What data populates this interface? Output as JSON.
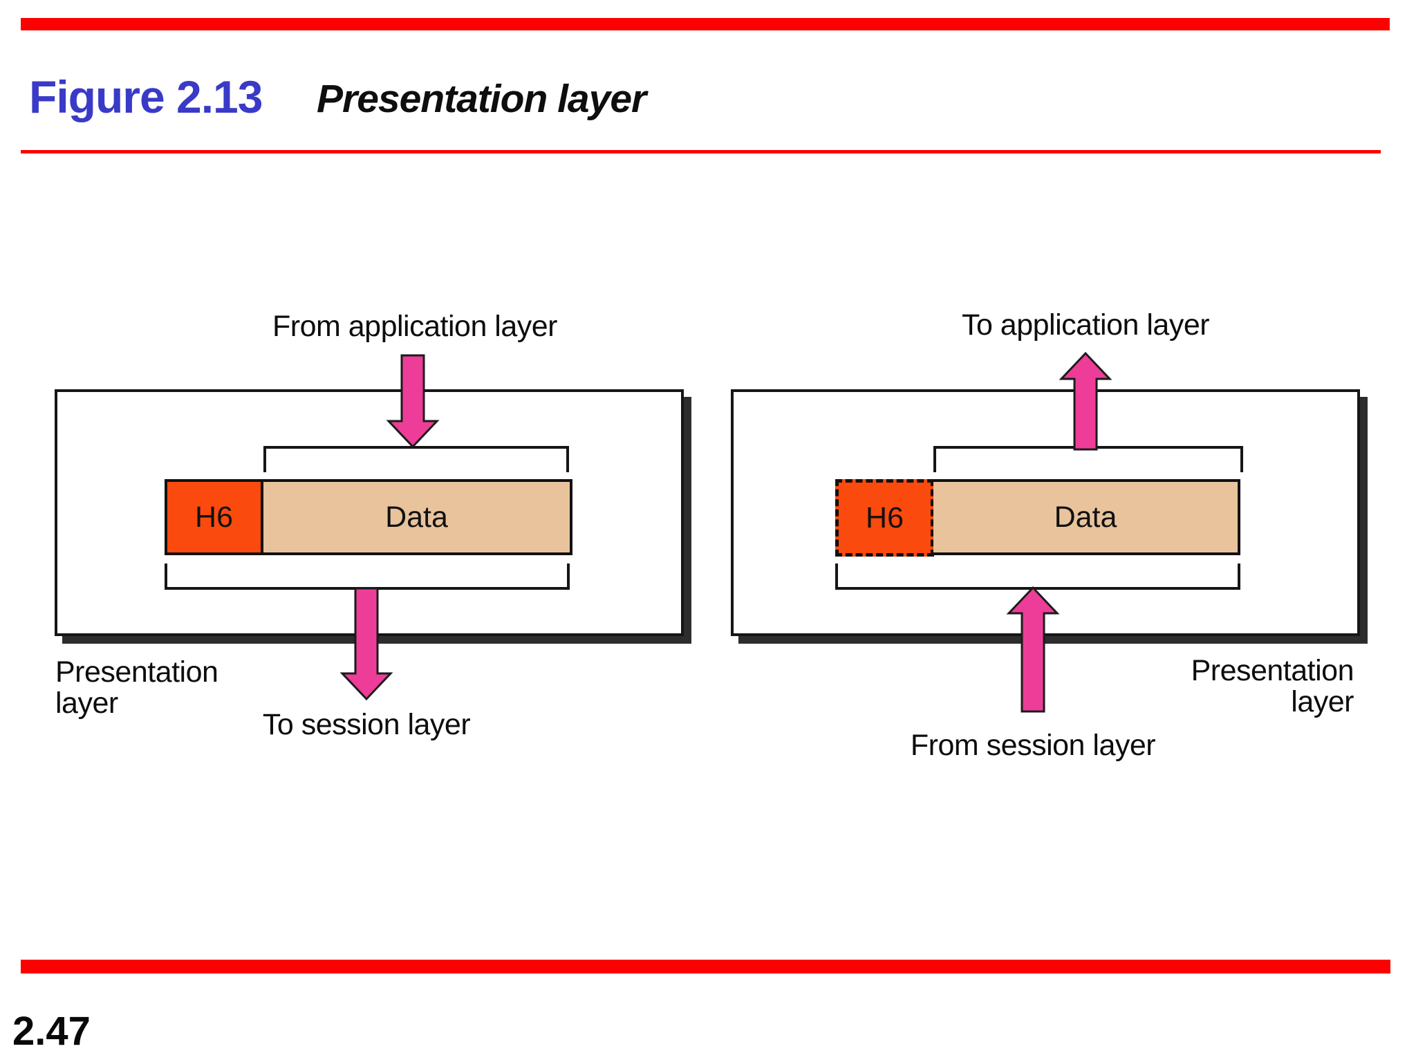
{
  "slide": {
    "figure_label": "Figure 2.13",
    "figure_title": "Presentation layer",
    "page_number": "2.47"
  },
  "colors": {
    "rule_red": "#fb0200",
    "title_blue": "#3a3ac8",
    "arrow_pink": "#ee3d98",
    "header_orange": "#fa4a0d",
    "data_tan": "#e8c39c",
    "box_border": "#161616",
    "shadow": "#2d2d2d"
  },
  "diagrams": {
    "left": {
      "top_label": "From application layer",
      "bottom_label": "To session layer",
      "side_label_line1": "Presentation",
      "side_label_line2": "layer",
      "header_label": "H6",
      "data_label": "Data",
      "flow_direction": "down"
    },
    "right": {
      "top_label": "To application layer",
      "bottom_label": "From session layer",
      "side_label_line1": "Presentation",
      "side_label_line2": "layer",
      "header_label": "H6",
      "data_label": "Data",
      "flow_direction": "up"
    }
  }
}
